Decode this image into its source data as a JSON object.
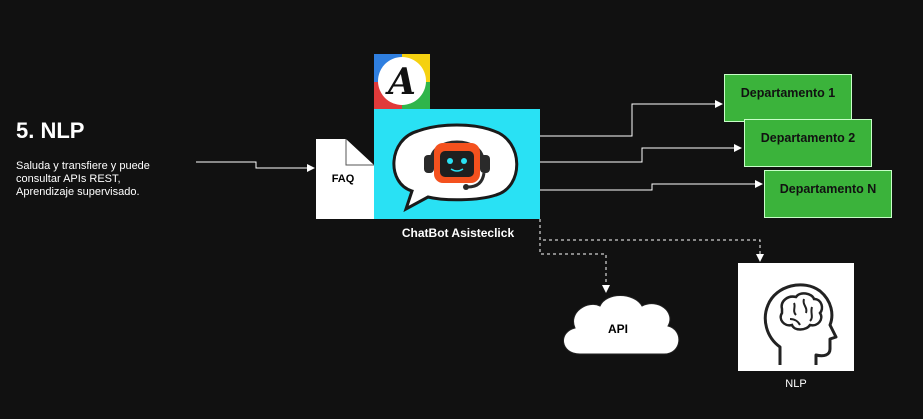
{
  "title": "5. NLP",
  "description": [
    "Saluda y transfiere y puede",
    "consultar APIs REST,",
    "Aprendizaje supervisado."
  ],
  "faq_label": "FAQ",
  "chatbot_label": "ChatBot Asisteclick",
  "departments": [
    "Departamento 1",
    "Departamento 2",
    "Departamento N"
  ],
  "api_label": "API",
  "nlp_label": "NLP",
  "logo_letter": "A",
  "colors": {
    "background": "#111111",
    "chatbot_box": "#29e1f4",
    "department": "#3bb33b",
    "robot_face": "#f4511e"
  },
  "icons": [
    "asisteclick-logo-icon",
    "chatbot-robot-icon",
    "cloud-icon",
    "brain-head-icon",
    "document-icon"
  ]
}
